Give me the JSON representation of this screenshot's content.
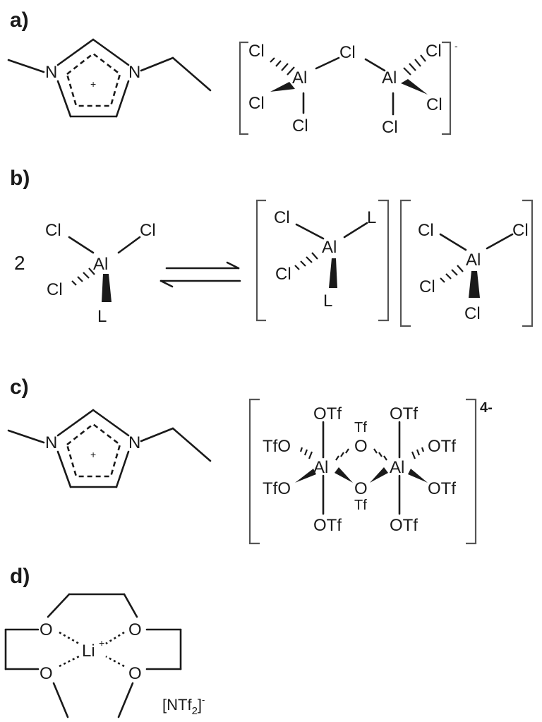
{
  "panels": {
    "a": {
      "label": "a)",
      "cation": {
        "n_left": "N",
        "n_right": "N",
        "plus": "+"
      },
      "anion": {
        "al_left": "Al",
        "al_right": "Al",
        "bridge": "Cl",
        "cl_l_top": "Cl",
        "cl_l_mid": "Cl",
        "cl_l_bot": "Cl",
        "cl_r_top": "Cl",
        "cl_r_mid": "Cl",
        "cl_r_bot": "Cl",
        "charge": "-"
      }
    },
    "b": {
      "label": "b)",
      "coefficient": "2",
      "reactant": {
        "al": "Al",
        "cl_top_left": "Cl",
        "cl_top_right": "Cl",
        "cl_left": "Cl",
        "ligand": "L"
      },
      "product_cation": {
        "al": "Al",
        "cl_top": "Cl",
        "cl_left": "Cl",
        "ligand_top": "L",
        "ligand_bottom": "L"
      },
      "product_anion": {
        "al": "Al",
        "cl_top_left": "Cl",
        "cl_top_right": "Cl",
        "cl_left": "Cl",
        "cl_bottom": "Cl"
      }
    },
    "c": {
      "label": "c)",
      "cation": {
        "n_left": "N",
        "n_right": "N",
        "plus": "+"
      },
      "anion": {
        "al_left": "Al",
        "al_right": "Al",
        "otf_l_top": "OTf",
        "otf_r_top": "OTf",
        "tfo_l_upper": "TfO",
        "tfo_l_lower": "TfO",
        "otf_r_upper": "OTf",
        "otf_r_lower": "OTf",
        "otf_l_bottom": "OTf",
        "otf_r_bottom": "OTf",
        "bridge_top_o": "O",
        "bridge_top_tf": "Tf",
        "bridge_bot_o": "O",
        "bridge_bot_tf": "Tf",
        "charge": "4-"
      }
    },
    "d": {
      "label": "d)",
      "li": "Li",
      "li_plus": "+",
      "o_top_left": "O",
      "o_top_right": "O",
      "o_bot_left": "O",
      "o_bot_right": "O",
      "counterion": "[NTf",
      "counterion_sub": "2",
      "counterion_close": "]",
      "counterion_charge": "-"
    }
  }
}
